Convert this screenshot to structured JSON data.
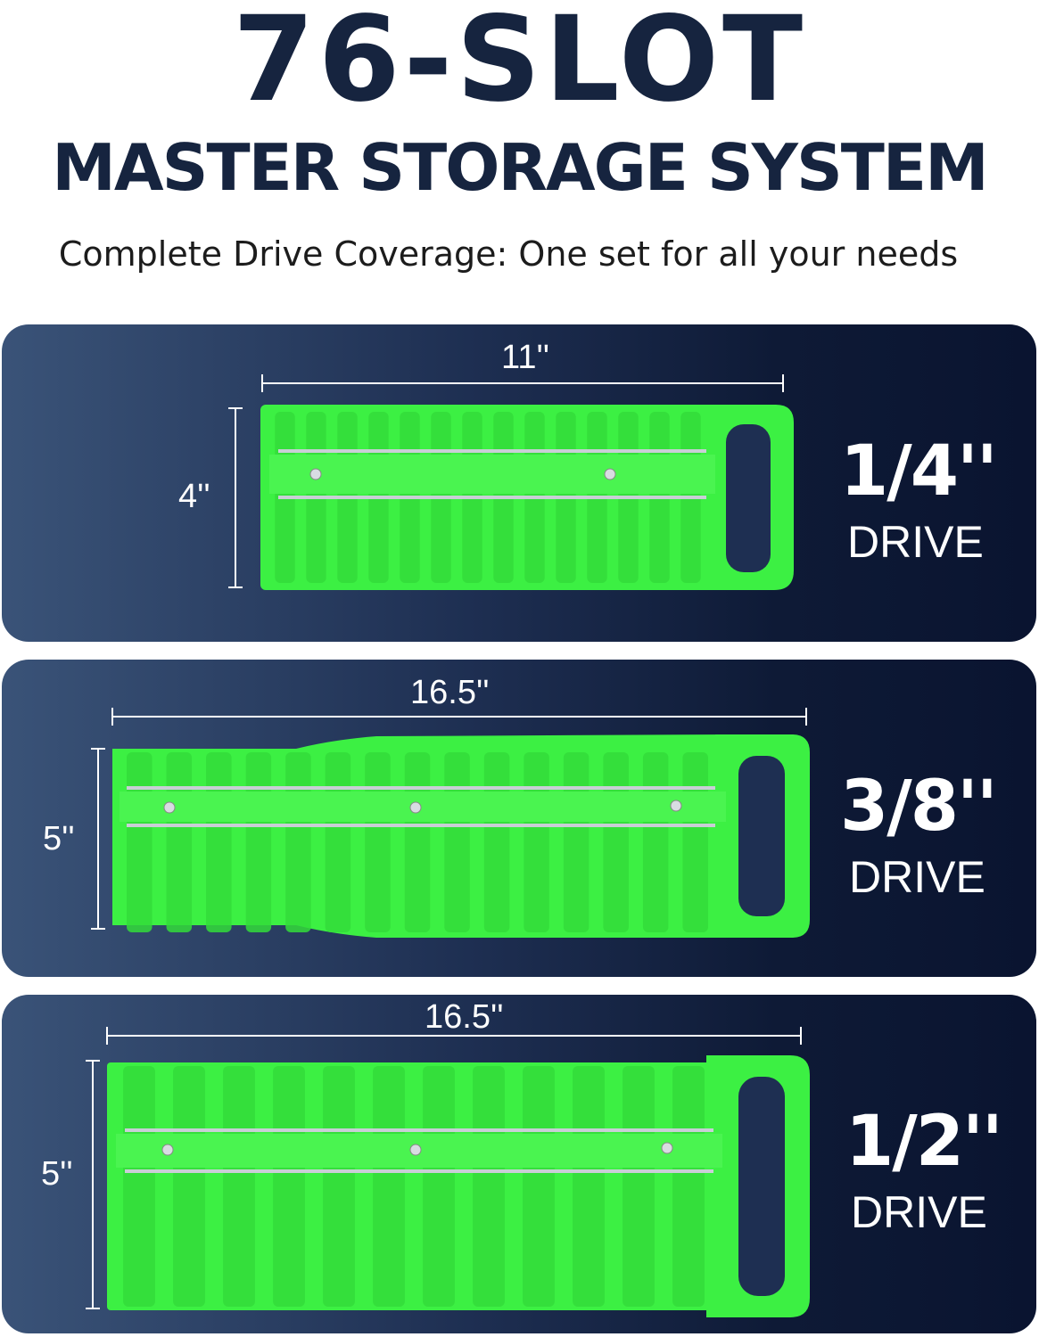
{
  "header": {
    "title": "76-SLOT",
    "subtitle": "MASTER STORAGE SYSTEM",
    "tagline": "Complete Drive Coverage: One set for all your needs"
  },
  "colors": {
    "title": "#16243f",
    "tray_green": "#3cf043",
    "panel_dark": "#0e1a36",
    "panel_light": "#3a5378"
  },
  "panels": [
    {
      "width_label": "11''",
      "height_label": "4''",
      "drive_size": "1/4''",
      "drive_word": "DRIVE"
    },
    {
      "width_label": "16.5''",
      "height_label": "5''",
      "drive_size": "3/8''",
      "drive_word": "DRIVE"
    },
    {
      "width_label": "16.5''",
      "height_label": "5''",
      "drive_size": "1/2''",
      "drive_word": "DRIVE"
    }
  ]
}
